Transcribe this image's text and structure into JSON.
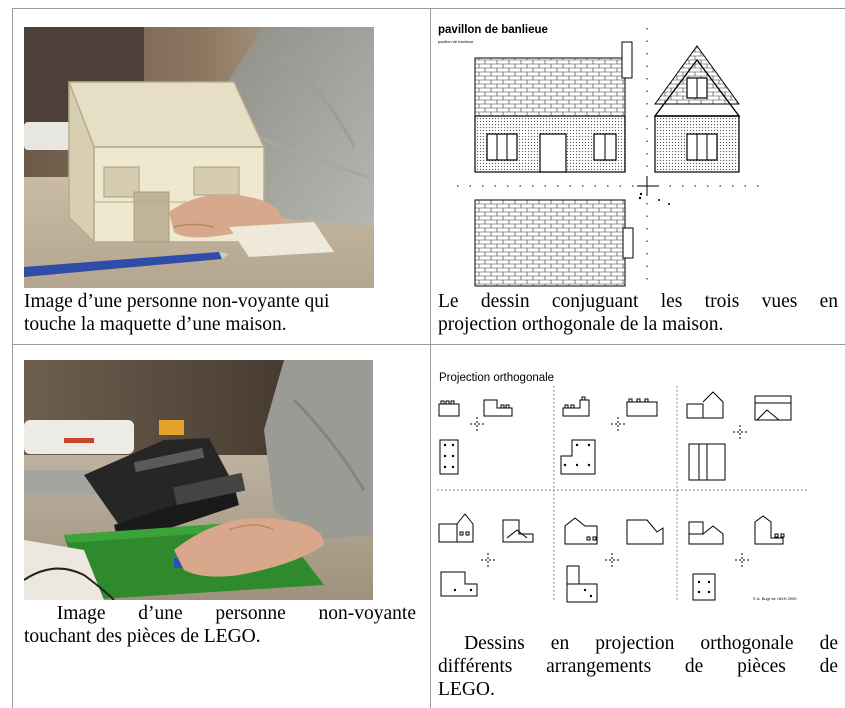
{
  "cells": {
    "top_left": {
      "caption_line1": "Image d’une personne non-voyante qui",
      "caption_line2": "touche la maquette d’une maison."
    },
    "top_right": {
      "drawing_title": "pavillon de banlieue",
      "drawing_subtitle": "pavillon de banlieue",
      "caption_line1": "Le dessin conjuguant les trois vues en",
      "caption_line2": "projection orthogonale de la maison."
    },
    "bottom_left": {
      "caption_line1": " Image d’une personne non-voyante",
      "caption_line2": "touchant des pièces de LEGO."
    },
    "bottom_right": {
      "drawing_title": "Projection orthogonale",
      "drawing_credit": "© A. Bugr de l’AVH 2000",
      "caption_line1": " Dessins en projection orthogonale de",
      "caption_line2": "différents arrangements de pièces de",
      "caption_line3": "LEGO."
    }
  }
}
